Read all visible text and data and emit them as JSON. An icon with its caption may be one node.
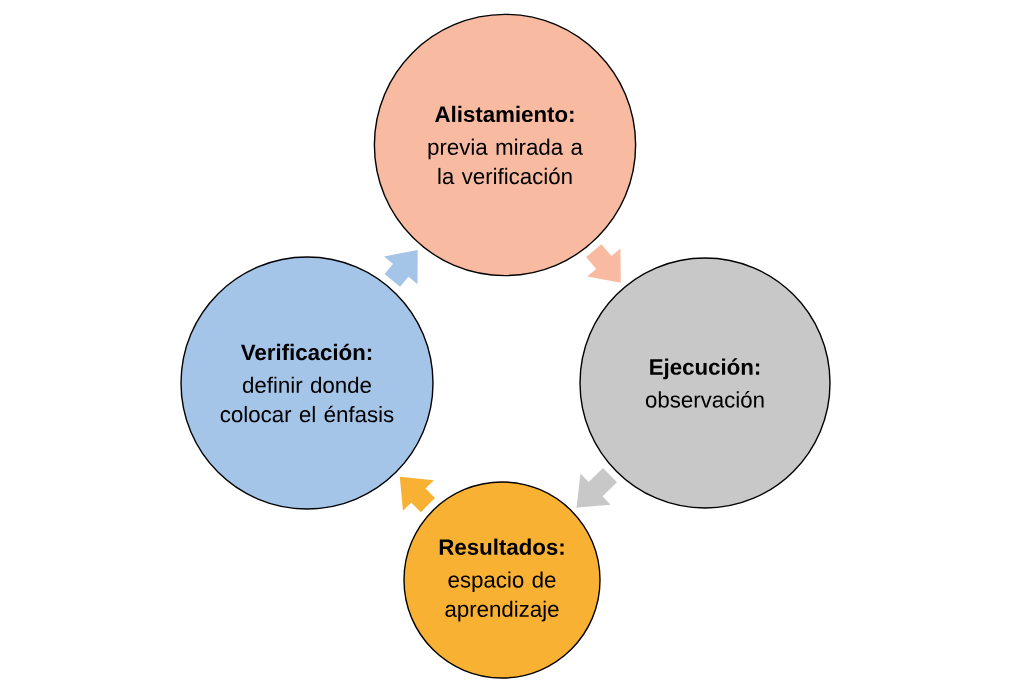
{
  "diagram": {
    "nodes": [
      {
        "text": [
          "Alistamiento:",
          "previa mirada a la verificación"
        ]
      },
      {
        "text": [
          "Ejecución:",
          "observación"
        ]
      },
      {
        "text": [
          "Resultados:",
          "espacio de aprendizaje"
        ]
      },
      {
        "text": [
          "Verificación:",
          "definir donde colocar el énfasis"
        ]
      }
    ],
    "edges": [
      {
        "from": 0,
        "to": 1,
        "arrow": "to",
        "color": "#f8bba2"
      },
      {
        "from": 1,
        "to": 2,
        "arrow": "to",
        "color": "#c8c8c8"
      },
      {
        "from": 2,
        "to": 3,
        "arrow": "to",
        "color": "#f8b133"
      },
      {
        "from": 3,
        "to": 0,
        "arrow": "to",
        "color": "#a4c4e8"
      }
    ]
  }
}
